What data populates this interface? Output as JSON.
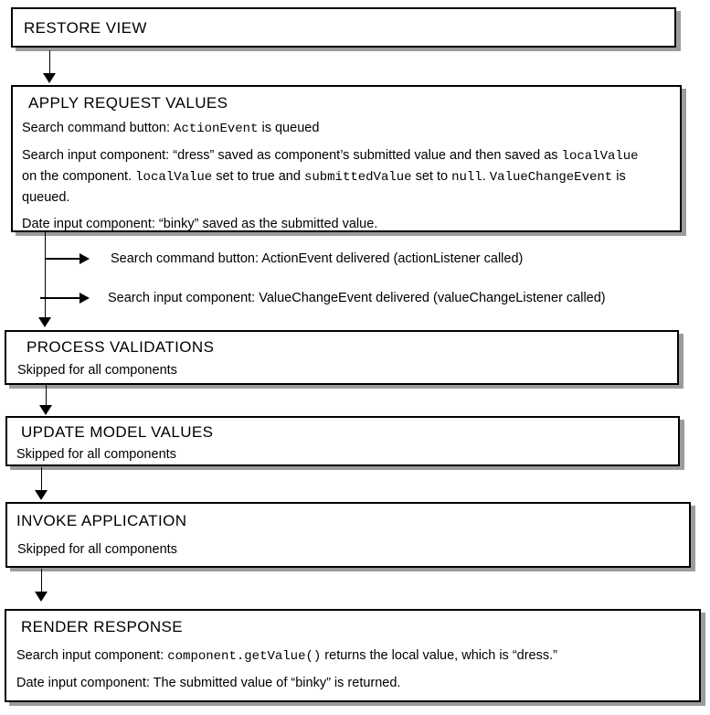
{
  "colors": {
    "background": "#ffffff",
    "box_border": "#000000",
    "box_shadow": "#9c9c9c",
    "text": "#000000"
  },
  "boxes": [
    {
      "id": "restore-view",
      "title": "RESTORE VIEW",
      "paragraphs": []
    },
    {
      "id": "apply-request-values",
      "title": "APPLY REQUEST VALUES",
      "paragraphs": [
        [
          {
            "text": "Search command button: "
          },
          {
            "text": "ActionEvent",
            "code": true
          },
          {
            "text": " is queued"
          }
        ],
        [
          {
            "text": "Search input component: “dress” saved as component’s submitted value and then saved as "
          },
          {
            "text": "localValue",
            "code": true
          },
          {
            "text": " on the component. "
          },
          {
            "text": "localValue",
            "code": true
          },
          {
            "text": " set to true and "
          },
          {
            "text": "submittedValue",
            "code": true
          },
          {
            "text": " set to "
          },
          {
            "text": "null",
            "code": true
          },
          {
            "text": ". "
          },
          {
            "text": "ValueChangeEvent",
            "code": true
          },
          {
            "text": " is queued."
          }
        ],
        [
          {
            "text": "Date input component: “binky” saved as the submitted value."
          }
        ]
      ]
    },
    {
      "id": "process-validations",
      "title": "PROCESS VALIDATIONS",
      "paragraphs": [
        [
          {
            "text": "Skipped for all components"
          }
        ]
      ]
    },
    {
      "id": "update-model-values",
      "title": "UPDATE MODEL VALUES",
      "paragraphs": [
        [
          {
            "text": "Skipped for all components"
          }
        ]
      ]
    },
    {
      "id": "invoke-application",
      "title": "INVOKE APPLICATION",
      "paragraphs": [
        [
          {
            "text": "Skipped for all components"
          }
        ]
      ]
    },
    {
      "id": "render-response",
      "title": "RENDER RESPONSE",
      "paragraphs": [
        [
          {
            "text": "Search input component: "
          },
          {
            "text": "component.getValue()",
            "code": true
          },
          {
            "text": " returns the local value, which is “dress.”"
          }
        ],
        [
          {
            "text": "Date input component: The submitted value of “binky” is returned."
          }
        ]
      ]
    }
  ],
  "event_branches": [
    {
      "label": "Search command button: ActionEvent delivered (actionListener called)"
    },
    {
      "label": "Search input component: ValueChangeEvent delivered (valueChangeListener called)"
    }
  ]
}
